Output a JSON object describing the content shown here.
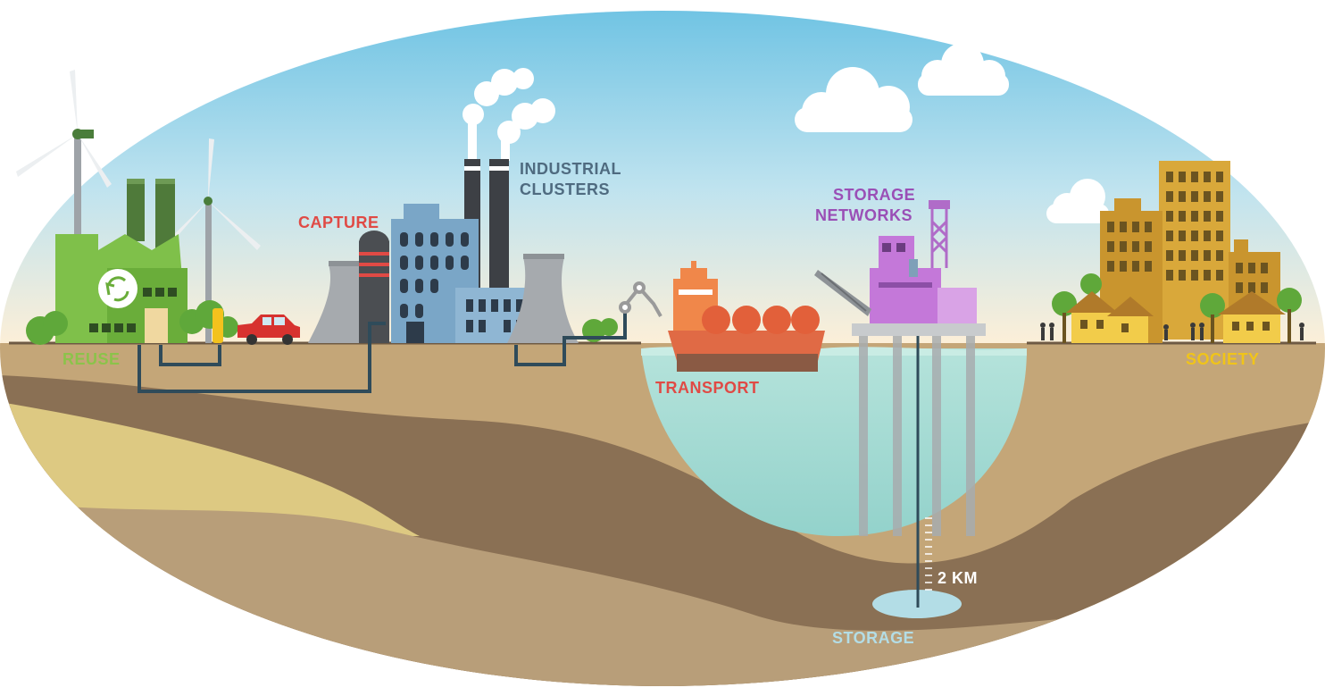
{
  "labels": {
    "reuse": "REUSE",
    "capture": "CAPTURE",
    "industrial_clusters_line1": "INDUSTRIAL",
    "industrial_clusters_line2": "CLUSTERS",
    "transport": "TRANSPORT",
    "storage_networks_line1": "STORAGE",
    "storage_networks_line2": "NETWORKS",
    "society": "SOCIETY",
    "depth": "2 KM",
    "storage": "STORAGE"
  },
  "colors": {
    "sky_top": "#72c4e3",
    "sky_bottom": "#fbeed6",
    "ground_surface": "#c4a678",
    "ground_dark": "#8a7054",
    "ground_yellow": "#ddc982",
    "ground_deep": "#b89e79",
    "sea": "#a3d9d2",
    "reuse_label": "#8bc34a",
    "capture_label": "#e04a45",
    "industrial_label": "#4f6b80",
    "transport_label": "#e04a45",
    "storage_networks_label": "#9a4fb6",
    "society_label": "#f0c419",
    "storage_label": "#b3dde6",
    "depth_label": "#ffffff"
  },
  "icons": [
    "wind-turbine-icon",
    "recycle-icon",
    "electric-car-icon",
    "cooling-tower-icon",
    "factory-icon",
    "ship-icon",
    "offshore-platform-icon",
    "crane-icon",
    "cloud-icon",
    "building-icon",
    "house-icon",
    "tree-icon",
    "person-icon"
  ]
}
